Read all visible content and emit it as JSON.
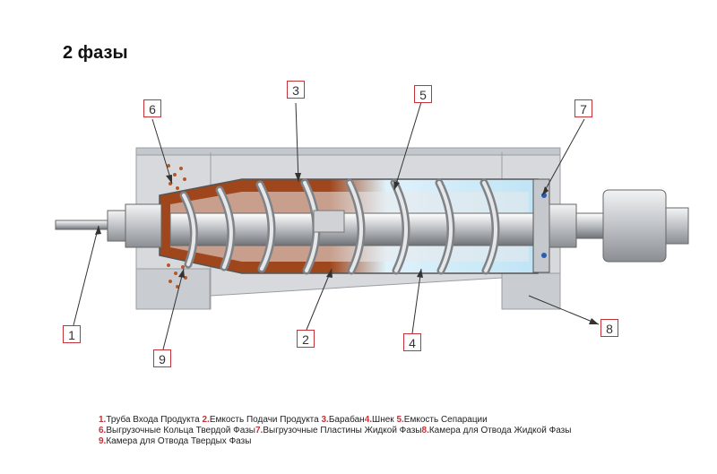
{
  "title": "2 фазы",
  "callouts": [
    "1",
    "2",
    "3",
    "4",
    "5",
    "6",
    "7",
    "8",
    "9"
  ],
  "legend": [
    {
      "num": "1.",
      "text": "Труба Входа Продукта "
    },
    {
      "num": "2.",
      "text": "Емкость Подачи Продукта "
    },
    {
      "num": "3.",
      "text": "Барабан"
    },
    {
      "num": "4.",
      "text": "Шнек "
    },
    {
      "num": "5.",
      "text": "Емкость Сепарации"
    },
    {
      "num": "6.",
      "text": "Выгрузочные Кольца Твердой Фазы"
    },
    {
      "num": "7.",
      "text": "Выгрузочные Пластины Жидкой Фазы"
    },
    {
      "num": "8.",
      "text": "Камера для Отвода Жидкой Фазы"
    },
    {
      "num": "9.",
      "text": "Камера для Отвода Твердых Фазы"
    }
  ],
  "colors": {
    "accent": "#c4323a",
    "solid_phase": "#a0461c",
    "liquid_phase": "#cfe9f7",
    "frame": "#c9ccd0"
  }
}
